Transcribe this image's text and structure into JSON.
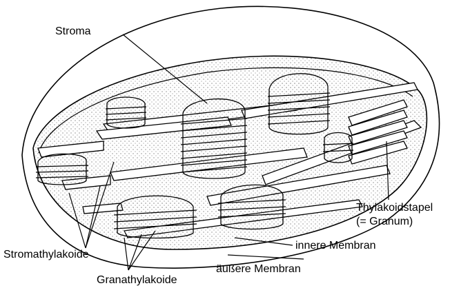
{
  "diagram": {
    "labels": {
      "stroma": "Stroma",
      "thylakoidstapel_line1": "Thylakoidstapel",
      "thylakoidstapel_line2": "(= Granum)",
      "innere_membran": "innere Membran",
      "stromathylakoide": "Stromathylakoide",
      "aeussere_membran": "äußere Membran",
      "granathylakoide": "Granathylakoide"
    },
    "colors": {
      "ink": "#000000",
      "paper": "#ffffff",
      "stipple": "#555555"
    }
  }
}
